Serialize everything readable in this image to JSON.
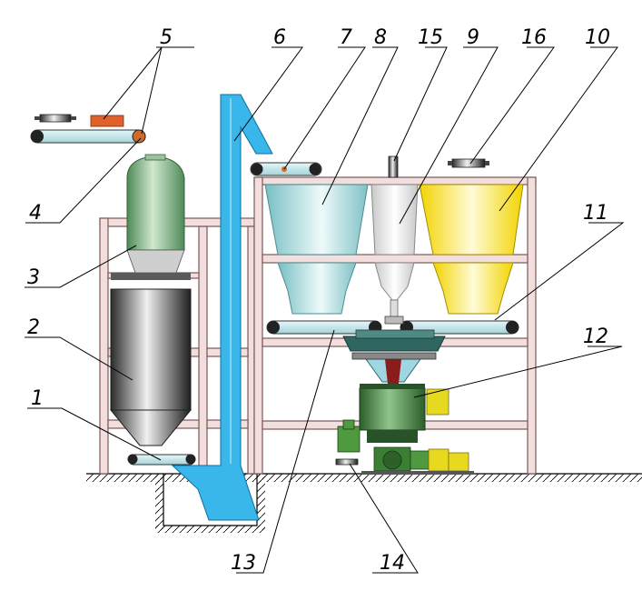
{
  "diagram": {
    "labels": {
      "n1": "1",
      "n2": "2",
      "n3": "3",
      "n4": "4",
      "n5": "5",
      "n6": "6",
      "n7": "7",
      "n8": "8",
      "n9": "9",
      "n10": "10",
      "n11": "11",
      "n12": "12",
      "n13": "13",
      "n14": "14",
      "n15": "15",
      "n16": "16"
    },
    "colors": {
      "frame": "#f3dede",
      "elevator": "#3ab7ea",
      "conveyor": "#bfe3e8",
      "hopper_left": "#a9d8dc",
      "hopper_mid": "#e9e9e9",
      "hopper_right": "#f7e23a",
      "tank_green": "#8bb98e",
      "mill_green": "#3e7d3b",
      "motor_yellow": "#e7d820",
      "accent_red": "#d06a2a"
    }
  }
}
